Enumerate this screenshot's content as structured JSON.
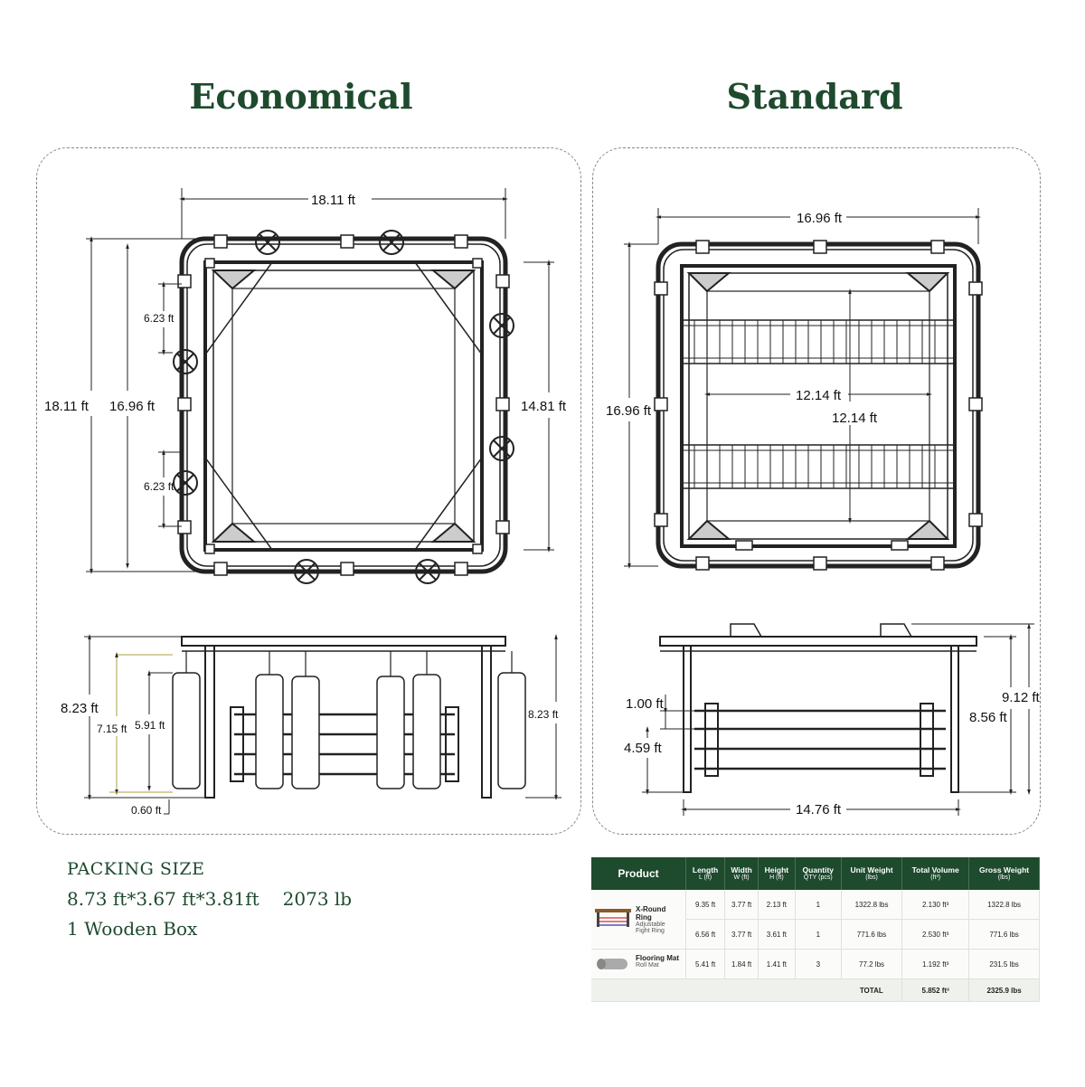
{
  "titles": {
    "left": "Economical",
    "right": "Standard"
  },
  "economical": {
    "top_view": {
      "width": "18.11 ft",
      "outer_height": "18.11 ft",
      "inner_height": "16.96 ft",
      "right_height": "14.81 ft",
      "bag_spacing_top": "6.23 ft",
      "bag_spacing_bottom": "6.23 ft"
    },
    "side_view": {
      "total_height": "8.23 ft",
      "right_height": "8.23 ft",
      "bag_height_a": "7.15 ft",
      "bag_height_b": "5.91 ft",
      "clearance": "0.60 ft"
    }
  },
  "standard": {
    "top_view": {
      "width": "16.96 ft",
      "height": "16.96 ft",
      "inner_width": "12.14 ft",
      "inner_height": "12.14 ft"
    },
    "side_view": {
      "rope_gap": "1.00 ft",
      "rope_height": "4.59 ft",
      "height_a": "8.56 ft",
      "height_b": "9.12 ft",
      "length": "14.76 ft"
    }
  },
  "packing": {
    "heading": "PACKING SIZE",
    "dimensions": "8.73 ft*3.67 ft*3.81ft",
    "weight": "2073 lb",
    "box": "1 Wooden Box"
  },
  "table": {
    "headers": [
      {
        "label": "Product",
        "sub": ""
      },
      {
        "label": "Length",
        "sub": "L (ft)"
      },
      {
        "label": "Width",
        "sub": "W (ft)"
      },
      {
        "label": "Height",
        "sub": "H (ft)"
      },
      {
        "label": "Quantity",
        "sub": "QTY (pcs)"
      },
      {
        "label": "Unit Weight",
        "sub": "(lbs)"
      },
      {
        "label": "Total Volume",
        "sub": "(ft³)"
      },
      {
        "label": "Gross Weight",
        "sub": "(lbs)"
      }
    ],
    "products": [
      {
        "name": "X-Round Ring",
        "sub1": "Adjustable",
        "sub2": "Fight Ring"
      },
      {
        "name": "Flooring Mat",
        "sub1": "Roll Mat",
        "sub2": ""
      }
    ],
    "rows": [
      [
        "9.35 ft",
        "3.77 ft",
        "2.13 ft",
        "1",
        "1322.8 lbs",
        "2.130 ft³",
        "1322.8 lbs"
      ],
      [
        "6.56 ft",
        "3.77 ft",
        "3.61 ft",
        "1",
        "771.6 lbs",
        "2.530 ft³",
        "771.6 lbs"
      ],
      [
        "5.41 ft",
        "1.84 ft",
        "1.41 ft",
        "3",
        "77.2 lbs",
        "1.192 ft³",
        "231.5 lbs"
      ]
    ],
    "total": {
      "label": "TOTAL",
      "volume": "5.852 ft³",
      "weight": "2325.9 lbs"
    }
  },
  "colors": {
    "brand": "#1e4a2e",
    "line": "#222222"
  }
}
